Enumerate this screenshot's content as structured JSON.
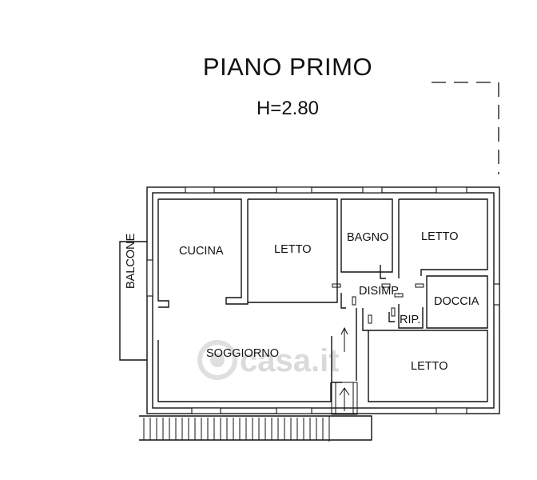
{
  "header": {
    "title": "PIANO PRIMO",
    "height": "H=2.80"
  },
  "rooms": {
    "balcone": "BALCONE",
    "cucina": "CUCINA",
    "letto_1": "LETTO",
    "bagno": "BAGNO",
    "letto_2": "LETTO",
    "disimp": "DISIMP.",
    "doccia": "DOCCIA",
    "rip": "RIP.",
    "soggiorno": "SOGGIORNO",
    "letto_3": "LETTO"
  },
  "watermark": "casa.it"
}
